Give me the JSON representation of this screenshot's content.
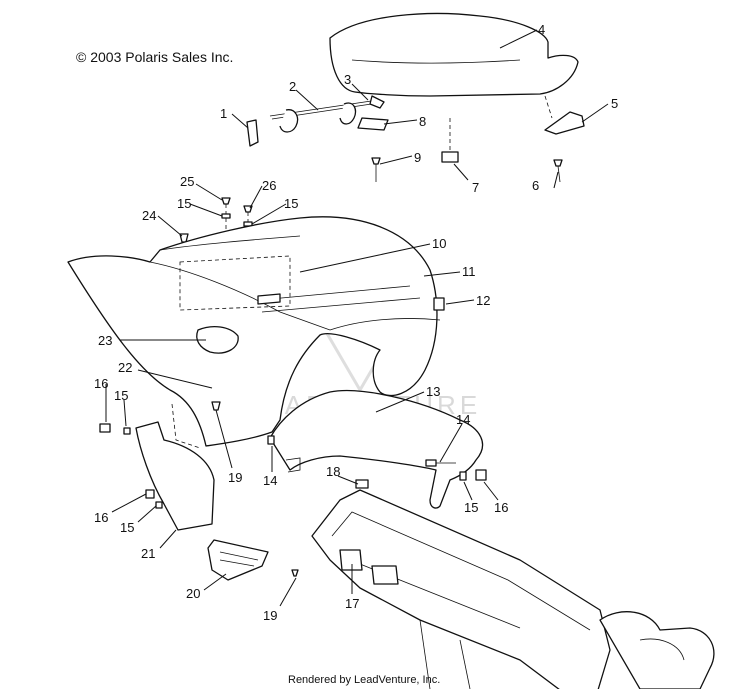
{
  "copyright": "© 2003 Polaris Sales Inc.",
  "footer": "Rendered by LeadVenture, Inc.",
  "watermark": "LEADVENTURE",
  "callouts": [
    "1",
    "2",
    "3",
    "4",
    "5",
    "6",
    "7",
    "8",
    "9",
    "10",
    "11",
    "12",
    "13",
    "14",
    "14",
    "15",
    "15",
    "15",
    "15",
    "16",
    "16",
    "17",
    "18",
    "19",
    "19",
    "20",
    "21",
    "22",
    "23",
    "24",
    "25",
    "26"
  ]
}
